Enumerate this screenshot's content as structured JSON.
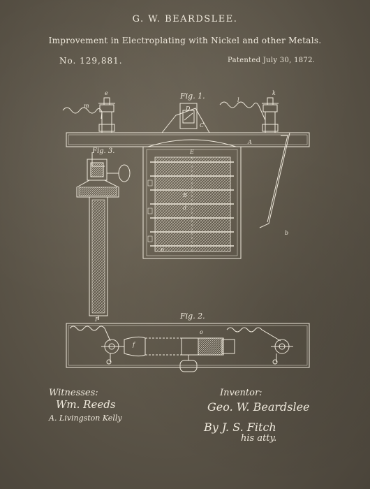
{
  "header": {
    "patentee": "G. W. BEARDSLEE.",
    "title": "Improvement in Electroplating with Nickel and other Metals.",
    "patent_number": "No. 129,881.",
    "patented": "Patented July 30, 1872."
  },
  "figures": {
    "fig1": "Fig. 1.",
    "fig2": "Fig. 2.",
    "fig3": "Fig. 3."
  },
  "reference_letters": {
    "e": "e",
    "k": "k",
    "m": "m",
    "l": "l",
    "D": "D",
    "C": "C",
    "A": "A",
    "B": "B",
    "b": "b",
    "E": "E",
    "F": "F",
    "f": "f",
    "d": "d",
    "o": "o",
    "n": "n"
  },
  "signatures": {
    "witnesses_heading": "Witnesses:",
    "witness_1": "Wm. Reeds",
    "witness_2": "A. Livingston Kelly",
    "inventor_heading": "Inventor:",
    "inventor_name": "Geo. W. Beardslee",
    "attorney_by": "By J. S. Fitch",
    "attorney_role": "his atty."
  },
  "colors": {
    "background": "#5e574a",
    "ink": "#efe9dc"
  }
}
